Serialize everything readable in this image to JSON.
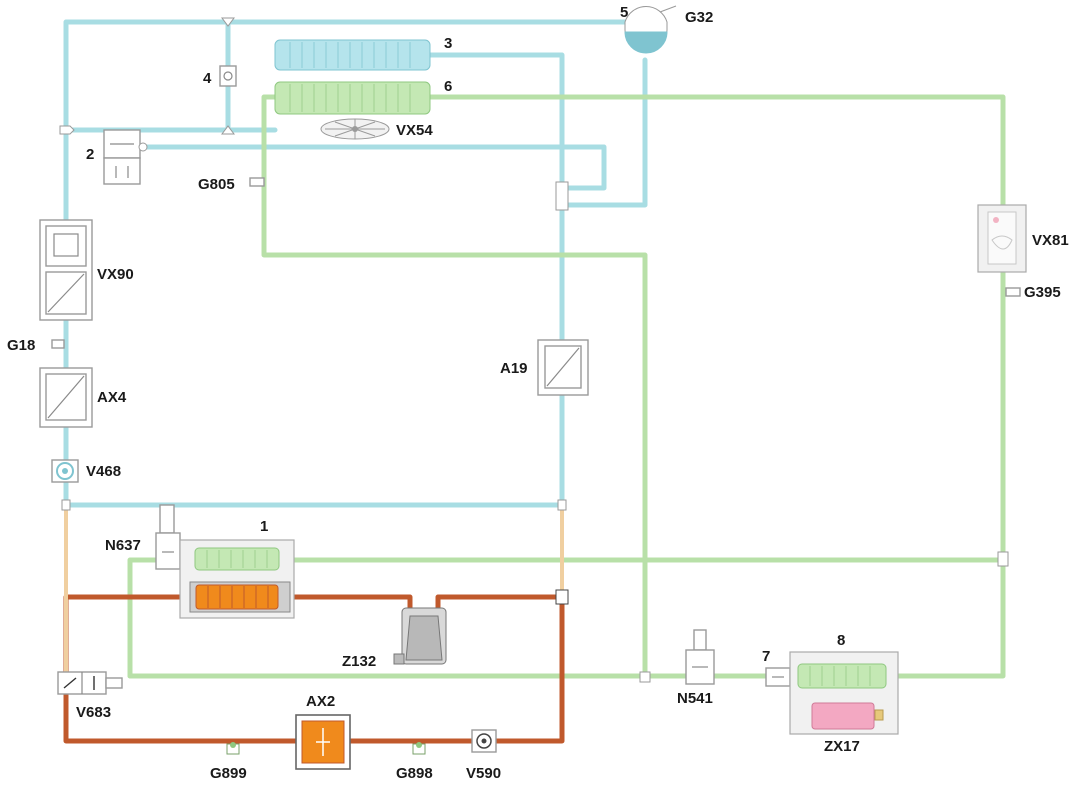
{
  "labels": {
    "n1": "1",
    "n2": "2",
    "n3": "3",
    "n4": "4",
    "n5": "5",
    "n6": "6",
    "n7": "7",
    "n8": "8",
    "g32": "G32",
    "vx54": "VX54",
    "g805": "G805",
    "vx90": "VX90",
    "g18": "G18",
    "ax4": "AX4",
    "v468": "V468",
    "a19": "A19",
    "vx81": "VX81",
    "g395": "G395",
    "n637": "N637",
    "z132": "Z132",
    "v683": "V683",
    "ax2": "AX2",
    "g899": "G899",
    "g898": "G898",
    "v590": "V590",
    "n541": "N541",
    "zx17": "ZX17"
  },
  "colors": {
    "low_temp_circuit": "#a8dde3",
    "high_temp_circuit": "#b8e0a8",
    "heater_circuit": "#c0592c",
    "connector_pipe": "#f0cfa0",
    "heater_element": "#f08a1c",
    "battery_module": "#f3a8c2"
  },
  "icons": {
    "fan": "fan-icon",
    "reservoir": "expansion-tank-icon",
    "pump": "pump-icon",
    "sensor": "temperature-sensor-icon",
    "valve": "valve-icon"
  }
}
